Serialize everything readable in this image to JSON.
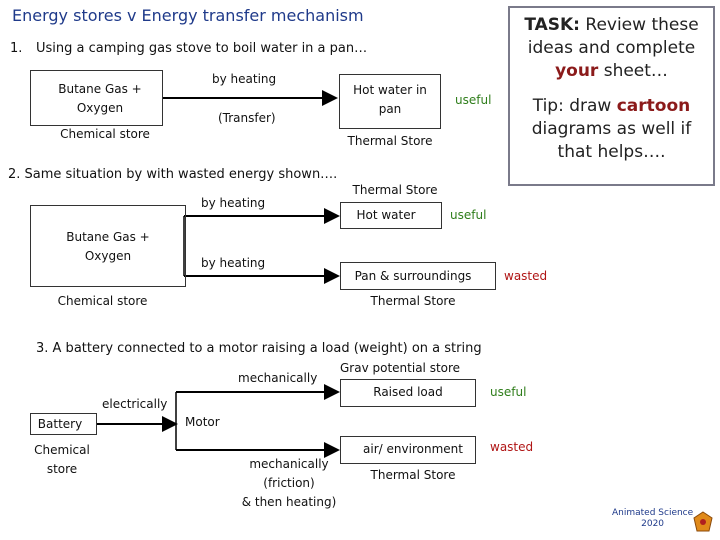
{
  "title": "Energy stores v Energy transfer mechanism",
  "task": {
    "task_label": "TASK:",
    "task_text_1": "Review these",
    "task_text_2": "ideas and complete",
    "task_your": "your",
    "task_text_3": "sheet…",
    "tip_1": "Tip: draw",
    "tip_cartoon": "cartoon",
    "tip_2": "diagrams as well if",
    "tip_3": "that helps…."
  },
  "section1": {
    "heading_num": "1.",
    "heading": "Using a camping gas stove to boil water in a pan…",
    "source_line1": "Butane Gas +",
    "source_line2": "Oxygen",
    "source_store": "Chemical store",
    "mechanism": "by heating",
    "transfer": "(Transfer)",
    "dest_line1": "Hot water in",
    "dest_line2": "pan",
    "dest_store": "Thermal Store",
    "useful": "useful"
  },
  "section2": {
    "heading": "2. Same situation by with wasted energy shown….",
    "source_line1": "Butane Gas +",
    "source_line2": "Oxygen",
    "source_store": "Chemical store",
    "mechanism_top": "by heating",
    "mechanism_bottom": "by heating",
    "dest1_store": "Thermal Store",
    "dest1": "Hot water",
    "useful": "useful",
    "dest2": "Pan & surroundings",
    "dest2_store": "Thermal Store",
    "wasted": "wasted"
  },
  "section3": {
    "heading": "3. A battery connected to a motor raising a load (weight) on a string",
    "source": "Battery",
    "source_store_1": "Chemical",
    "source_store_2": "store",
    "electrically": "electrically",
    "motor": "Motor",
    "mech_top": "mechanically",
    "dest1_store": "Grav potential store",
    "dest1": "Raised load",
    "useful": "useful",
    "dest2": "air/ environment",
    "dest2_store": "Thermal Store",
    "wasted": "wasted",
    "mech_bottom_1": "mechanically",
    "mech_bottom_2": "(friction)",
    "mech_bottom_3": "& then heating)"
  },
  "logo": {
    "line1": "Animated Science",
    "line2": "2020"
  }
}
